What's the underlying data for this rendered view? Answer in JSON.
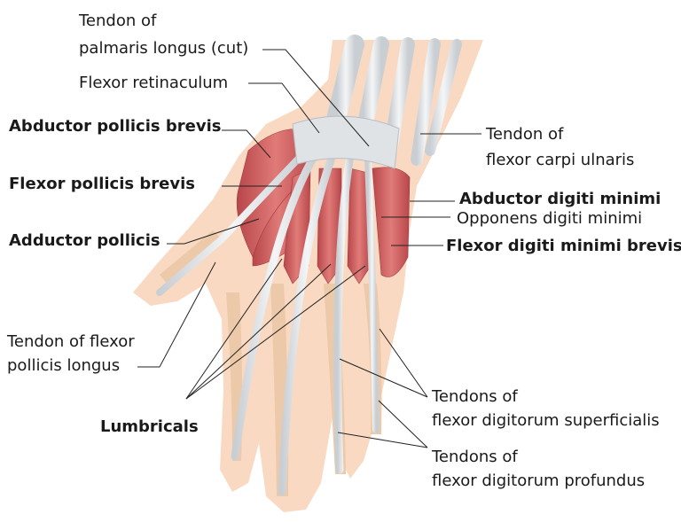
{
  "labels": {
    "palmaris_longus": [
      "Tendon of",
      "palmaris longus (cut)"
    ],
    "flexor_retinaculum": "Flexor retinaculum",
    "abductor_pollicis_brevis": "Abductor pollicis brevis",
    "flexor_pollicis_brevis": "Flexor pollicis brevis",
    "adductor_pollicis": "Adductor pollicis",
    "flexor_pollicis_longus": [
      "Tendon of flexor",
      "pollicis longus"
    ],
    "lumbricals": "Lumbricals",
    "flexor_carpi_ulnaris": [
      "Tendon of",
      "flexor carpi ulnaris"
    ],
    "abductor_digiti_minimi": "Abductor digiti minimi",
    "opponens_digiti_minimi": "Opponens digiti minimi",
    "flexor_digiti_minimi_brevis": "Flexor digiti minimi brevis",
    "fd_superficialis": [
      "Tendons of",
      "flexor digitorum superficialis"
    ],
    "fd_profundus": [
      "Tendons of",
      "flexor digitorum profundus"
    ]
  },
  "colors": {
    "skin": "#f9d9c2",
    "bone": "#ecc9a8",
    "muscle": "#cf5a5c",
    "tendon": "#d9dde1",
    "leader_line": "#222222"
  }
}
